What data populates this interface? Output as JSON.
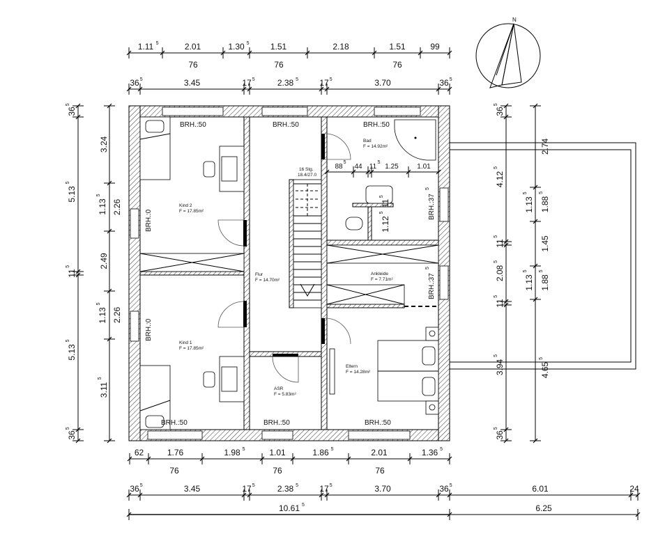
{
  "title": "Obergeschoss Grundriss",
  "compass": {
    "north_label": "N"
  },
  "rooms": {
    "kind2": {
      "name": "Kind 2",
      "area": "F = 17.85m²"
    },
    "kind1": {
      "name": "Kind 1",
      "area": "F = 17.85m²"
    },
    "flur": {
      "name": "Flur",
      "area": "F = 14.70m²"
    },
    "bad": {
      "name": "Bad",
      "area": "F = 14.92m²"
    },
    "ankleide": {
      "name": "Ankleide",
      "area": "F = 7.71m²"
    },
    "asr": {
      "name": "ASR",
      "area": "F = 5.83m²"
    },
    "eltern": {
      "name": "Eltern",
      "area": "F = 14.28m²"
    }
  },
  "brh": {
    "kind2_top": "BRH.:50",
    "flur_top": "BRH.:50",
    "bad_top": "BRH.:50",
    "kind2_left": "BRH.:0",
    "kind1_left": "BRH.:0",
    "bad_right": {
      "v": "BRH.:37",
      "s": "5"
    },
    "ankleide_right": {
      "v": "BRH.:37",
      "s": "5"
    },
    "kind1_bottom": "BRH.:50",
    "asr_bottom": "BRH.:50",
    "eltern_bottom": "BRH.:50"
  },
  "stairs": {
    "steps": "16 Stg.",
    "ratio": "18.4/27.0"
  },
  "dimensions": {
    "top_openings": [
      {
        "v": "1.11",
        "s": "5"
      },
      {
        "v": "2.01",
        "s": ""
      },
      {
        "v": "1.30",
        "s": "5"
      },
      {
        "v": "1.51",
        "s": ""
      },
      {
        "v": "2.18",
        "s": ""
      },
      {
        "v": "1.51",
        "s": ""
      },
      {
        "v": "99",
        "s": ""
      }
    ],
    "top_heights": [
      "76",
      "76",
      "76"
    ],
    "top_walls": [
      {
        "v": "36",
        "s": "5"
      },
      {
        "v": "3.45",
        "s": ""
      },
      {
        "v": "17",
        "s": "5"
      },
      {
        "v": "2.38",
        "s": "5"
      },
      {
        "v": "17",
        "s": "5"
      },
      {
        "v": "3.70",
        "s": ""
      },
      {
        "v": "36",
        "s": "5"
      }
    ],
    "bottom_openings": [
      {
        "v": "62",
        "s": ""
      },
      {
        "v": "1.76",
        "s": ""
      },
      {
        "v": "1.98",
        "s": "5"
      },
      {
        "v": "1.01",
        "s": ""
      },
      {
        "v": "1.86",
        "s": "5"
      },
      {
        "v": "2.01",
        "s": ""
      },
      {
        "v": "1.36",
        "s": "5"
      }
    ],
    "bottom_heights": [
      "76",
      "76",
      "76"
    ],
    "bottom_walls": [
      {
        "v": "36",
        "s": "5"
      },
      {
        "v": "3.45",
        "s": ""
      },
      {
        "v": "17",
        "s": "5"
      },
      {
        "v": "2.38",
        "s": "5"
      },
      {
        "v": "17",
        "s": "5"
      },
      {
        "v": "3.70",
        "s": ""
      },
      {
        "v": "36",
        "s": "5"
      },
      {
        "v": "6.01",
        "s": ""
      },
      {
        "v": "24",
        "s": ""
      }
    ],
    "bottom_totals": [
      {
        "v": "10.61",
        "s": "5"
      },
      {
        "v": "6.25",
        "s": ""
      }
    ],
    "left_outer": [
      {
        "v": "36",
        "s": "5"
      },
      {
        "v": "5.13",
        "s": "5"
      },
      {
        "v": "11",
        "s": "5"
      },
      {
        "v": "5.13",
        "s": "5"
      },
      {
        "v": "36",
        "s": "5"
      }
    ],
    "left_inner": [
      {
        "v": "3.24",
        "s": ""
      },
      {
        "v": "2.26",
        "s": ""
      },
      {
        "v": "2.49",
        "s": ""
      },
      {
        "v": "2.26",
        "s": ""
      },
      {
        "v": "3.11",
        "s": "5"
      }
    ],
    "left_inner_heights": [
      {
        "v": "1.13",
        "s": "5"
      },
      {
        "v": "1.13",
        "s": "5"
      }
    ],
    "right_outer": [
      {
        "v": "36",
        "s": "5"
      },
      {
        "v": "4.12",
        "s": "5"
      },
      {
        "v": "11",
        "s": "5"
      },
      {
        "v": "2.08",
        "s": "5"
      },
      {
        "v": "11",
        "s": "5"
      },
      {
        "v": "3.94",
        "s": "5"
      },
      {
        "v": "36",
        "s": "5"
      }
    ],
    "right_inner": [
      {
        "v": "2.74",
        "s": ""
      },
      {
        "v": "1.88",
        "s": "5"
      },
      {
        "v": "1.45",
        "s": ""
      },
      {
        "v": "1.88",
        "s": "5"
      },
      {
        "v": "4.65",
        "s": "5"
      }
    ],
    "right_inner_heights": [
      {
        "v": "1.13",
        "s": "5"
      },
      {
        "v": "1.13",
        "s": "5"
      }
    ],
    "bad_internal": [
      {
        "v": "88",
        "s": "5"
      },
      {
        "v": "44",
        "s": ""
      },
      {
        "v": "11",
        "s": "5"
      },
      {
        "v": "1.25",
        "s": ""
      },
      {
        "v": "1.01",
        "s": ""
      }
    ],
    "wc_wall": [
      {
        "v": "11",
        "s": "5"
      },
      {
        "v": "1.12",
        "s": "5"
      }
    ]
  }
}
